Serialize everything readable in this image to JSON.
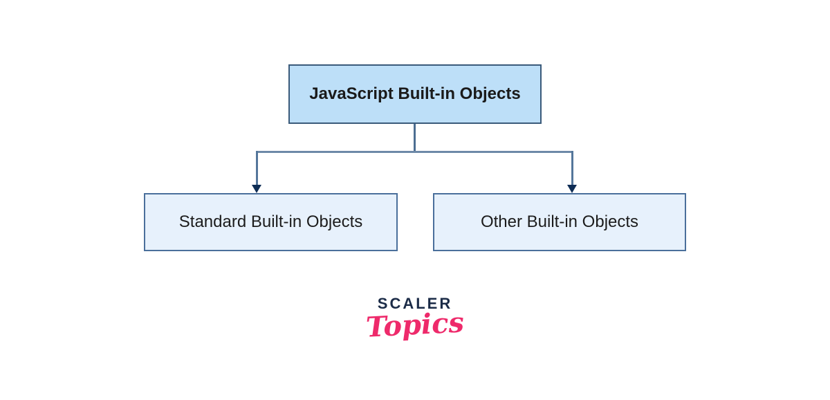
{
  "diagram": {
    "root": {
      "label": "JavaScript Built-in Objects"
    },
    "children": [
      {
        "label": "Standard Built-in Objects"
      },
      {
        "label": "Other Built-in Objects"
      }
    ]
  },
  "logo": {
    "brand": "SCALER",
    "sub": "Topics"
  },
  "colors": {
    "root_fill": "#bddff8",
    "root_border": "#3a5a7a",
    "child_fill": "#e7f1fc",
    "child_border": "#4a6f9b",
    "connector": "#5b7ba0",
    "arrowhead": "#0e2d55",
    "node_text": "#1a1a1a",
    "brand_navy": "#1b2b47",
    "brand_pink": "#ee2a6b",
    "background": "#ffffff"
  }
}
